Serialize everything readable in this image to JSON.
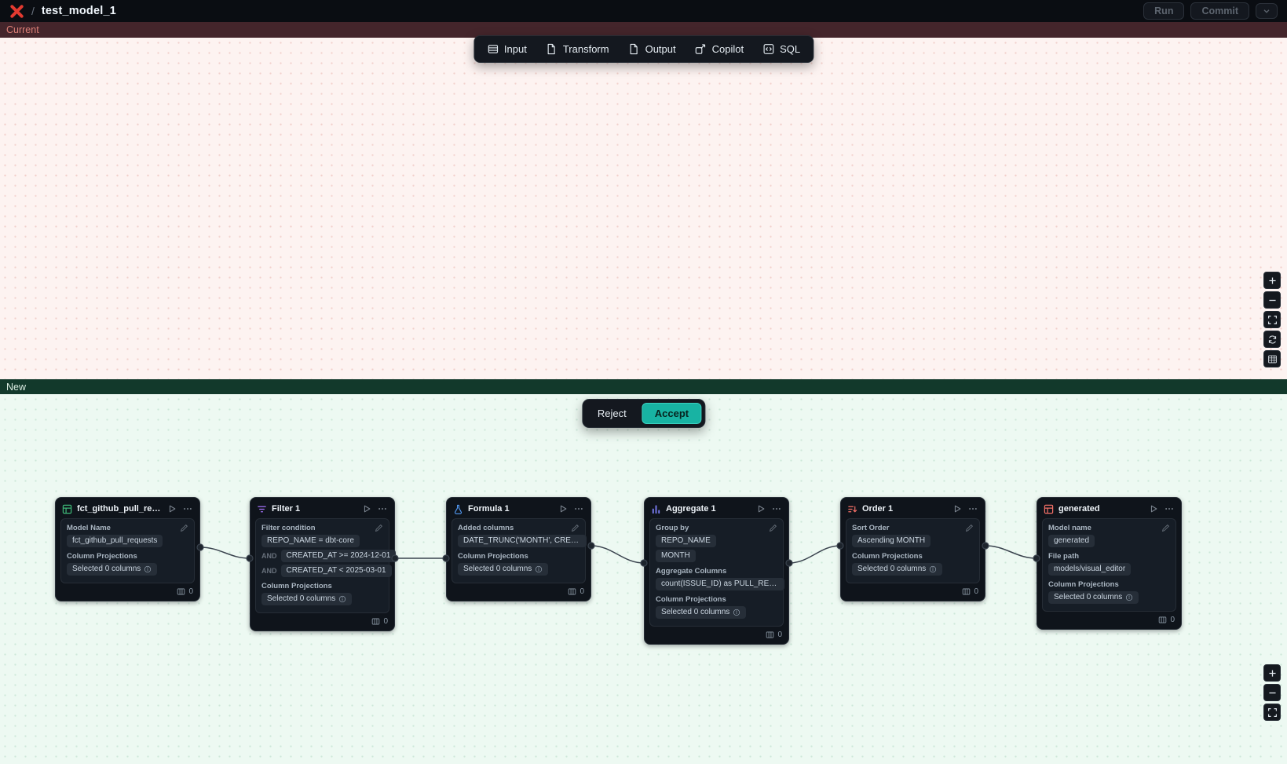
{
  "topbar": {
    "slash": "/",
    "title": "test_model_1",
    "run_label": "Run",
    "commit_label": "Commit"
  },
  "panels": {
    "current_label": "Current",
    "new_label": "New"
  },
  "toolbar": {
    "input": "Input",
    "transform": "Transform",
    "output": "Output",
    "copilot": "Copilot",
    "sql": "SQL"
  },
  "decision": {
    "reject_label": "Reject",
    "accept_label": "Accept"
  },
  "nodes": [
    {
      "title": "fct_github_pull_requests",
      "icon": "model-icon",
      "accent": "#3fb978",
      "count": "0",
      "sections": [
        {
          "label": "Model Name",
          "rows": [
            {
              "chip": "fct_github_pull_requests"
            }
          ]
        },
        {
          "label": "Column Projections",
          "rows": [
            {
              "chip": "Selected 0 columns",
              "info": true
            }
          ]
        }
      ]
    },
    {
      "title": "Filter 1",
      "icon": "filter-icon",
      "accent": "#a371f7",
      "count": "0",
      "sections": [
        {
          "label": "Filter condition",
          "rows": [
            {
              "chip": "REPO_NAME = dbt-core"
            },
            {
              "prefix": "AND",
              "chip": "CREATED_AT >= 2024-12-01"
            },
            {
              "prefix": "AND",
              "chip": "CREATED_AT < 2025-03-01"
            }
          ]
        },
        {
          "label": "Column Projections",
          "rows": [
            {
              "chip": "Selected 0 columns",
              "info": true
            }
          ]
        }
      ]
    },
    {
      "title": "Formula 1",
      "icon": "formula-icon",
      "accent": "#539bf5",
      "count": "0",
      "sections": [
        {
          "label": "Added columns",
          "rows": [
            {
              "chip": "DATE_TRUNC('MONTH', CREATED_AT…"
            }
          ]
        },
        {
          "label": "Column Projections",
          "rows": [
            {
              "chip": "Selected 0 columns",
              "info": true
            }
          ]
        }
      ]
    },
    {
      "title": "Aggregate 1",
      "icon": "aggregate-icon",
      "accent": "#7a7df3",
      "count": "0",
      "sections": [
        {
          "label": "Group by",
          "rows": [
            {
              "chip": "REPO_NAME"
            },
            {
              "chip": "MONTH"
            }
          ]
        },
        {
          "label": "Aggregate Columns",
          "rows": [
            {
              "chip": "count(ISSUE_ID) as PULL_REQUEST_…"
            }
          ]
        },
        {
          "label": "Column Projections",
          "rows": [
            {
              "chip": "Selected 0 columns",
              "info": true
            }
          ]
        }
      ]
    },
    {
      "title": "Order 1",
      "icon": "sort-icon",
      "accent": "#f47067",
      "count": "0",
      "sections": [
        {
          "label": "Sort Order",
          "rows": [
            {
              "chip": "Ascending MONTH"
            }
          ]
        },
        {
          "label": "Column Projections",
          "rows": [
            {
              "chip": "Selected 0 columns",
              "info": true
            }
          ]
        }
      ]
    },
    {
      "title": "generated",
      "icon": "model-icon",
      "accent": "#f47067",
      "count": "0",
      "sections": [
        {
          "label": "Model name",
          "rows": [
            {
              "chip": "generated"
            }
          ]
        },
        {
          "label": "File path",
          "rows": [
            {
              "chip": "models/visual_editor"
            }
          ]
        },
        {
          "label": "Column Projections",
          "rows": [
            {
              "chip": "Selected 0 columns",
              "info": true
            }
          ]
        }
      ]
    }
  ],
  "icons": {
    "logo": "x-logo-icon",
    "toolbar": [
      "table-icon",
      "file-icon",
      "file-icon",
      "copilot-icon",
      "code-icon"
    ],
    "node_header": [
      "play-icon",
      "more-icon"
    ],
    "canvas_controls_current": [
      "zoom-in-icon",
      "zoom-out-icon",
      "fit-view-icon",
      "refresh-icon",
      "grid-icon"
    ],
    "canvas_controls_new": [
      "zoom-in-icon",
      "zoom-out-icon",
      "fit-view-icon"
    ]
  },
  "colors": {
    "logo_red": "#e23a30",
    "accept_teal": "#18b3a3",
    "current_header_bg": "#44252b",
    "current_header_text": "#dd8078",
    "current_canvas_bg": "#fdf3f1",
    "new_header_bg": "#12392b",
    "new_header_text": "#ddeee4",
    "new_canvas_bg": "#edf9f2",
    "node_bg": "#0f141b",
    "node_model_green": "#3fb978",
    "node_filter_purple": "#a371f7",
    "node_formula_blue": "#539bf5",
    "node_aggregate_violet": "#7a7df3",
    "node_sort_red": "#f47067"
  }
}
